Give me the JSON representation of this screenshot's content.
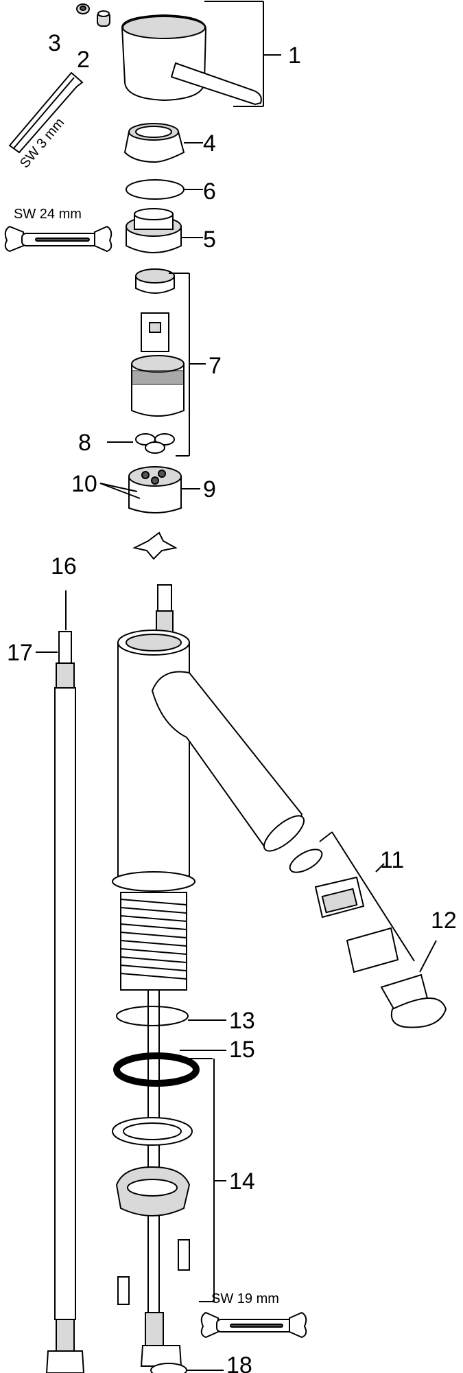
{
  "labels": {
    "l1": "1",
    "l2": "2",
    "l3": "3",
    "l4": "4",
    "l5": "5",
    "l6": "6",
    "l7": "7",
    "l8": "8",
    "l9": "9",
    "l10": "10",
    "l11": "11",
    "l12": "12",
    "l13": "13",
    "l14": "14",
    "l15": "15",
    "l16": "16",
    "l17": "17",
    "l18": "18"
  },
  "tools": {
    "hex_key": "SW 3 mm",
    "wrench_top": "SW 24 mm",
    "wrench_bottom": "SW 19 mm"
  },
  "colors": {
    "line": "#000000",
    "part_fill": "#ffffff",
    "part_shade": "#d9d9d9"
  }
}
